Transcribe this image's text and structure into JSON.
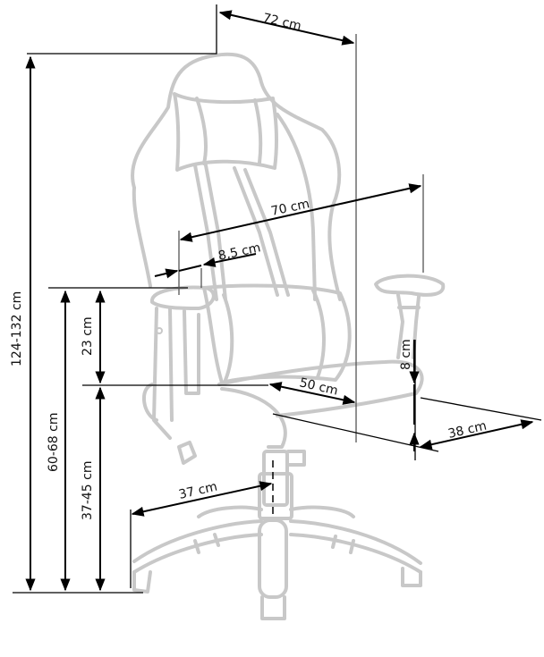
{
  "diagram": {
    "subject": "gaming office chair",
    "colors": {
      "chair_outline": "#c8c8c8",
      "dimension_lines": "#000000"
    }
  },
  "dimensions": {
    "total_height": "124-132 cm",
    "armrest_height": "60-68 cm",
    "seat_height": "37-45 cm",
    "armrest_above_seat": "23 cm",
    "total_width": "72 cm",
    "backrest_width": "70 cm",
    "armrest_width": "8,5 cm",
    "seat_depth": "50 cm",
    "armrest_adjust": "8 cm",
    "armrest_length": "38 cm",
    "base_radius": "37 cm"
  }
}
